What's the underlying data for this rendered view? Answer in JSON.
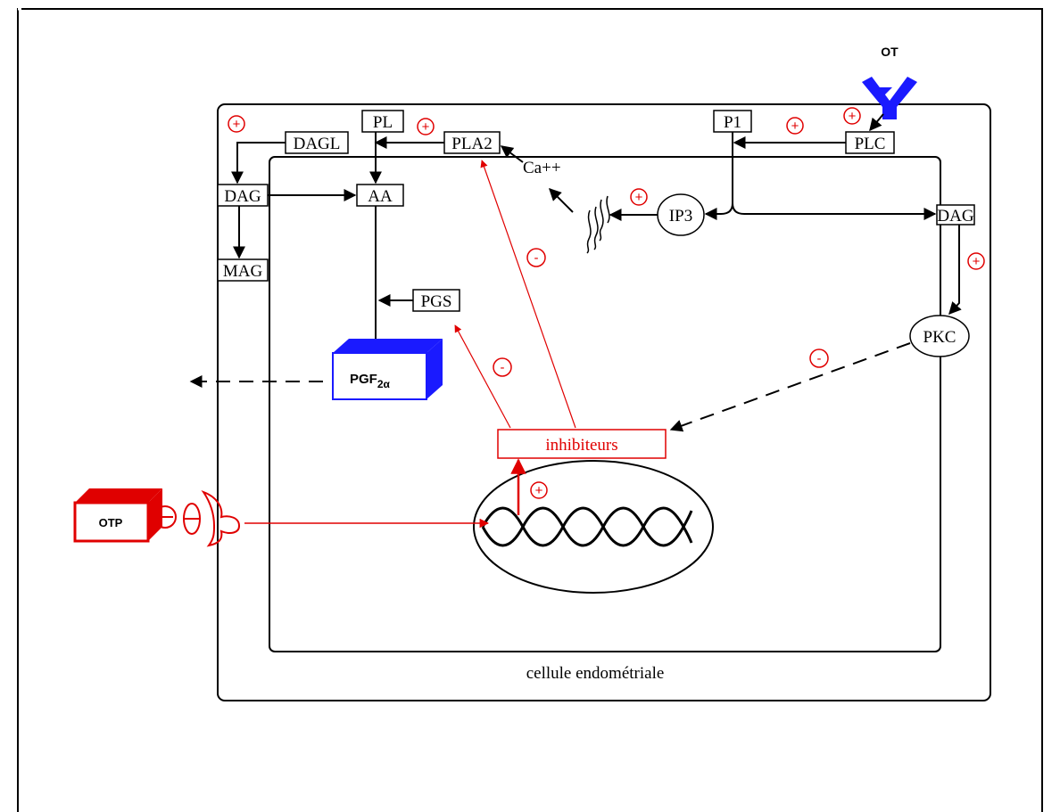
{
  "labels": {
    "ot": "OT",
    "pl": "PL",
    "pla2": "PLA2",
    "p1": "P1",
    "plc": "PLC",
    "dagl": "DAGL",
    "dag_left": "DAG",
    "aa": "AA",
    "mag": "MAG",
    "ca": "Ca++",
    "ip3": "IP3",
    "dag_right": "DAG",
    "pgs": "PGS",
    "pkc": "PKC",
    "pgf_main": "PGF",
    "pgf_sub": "2α",
    "inhibiteurs": "inhibiteurs",
    "otp": "OTP",
    "cell": "cellule endométriale"
  },
  "signs": {
    "plus": "+",
    "minus": "-"
  },
  "colors": {
    "black": "#000000",
    "red": "#e00000",
    "blue": "#1a1aff"
  }
}
